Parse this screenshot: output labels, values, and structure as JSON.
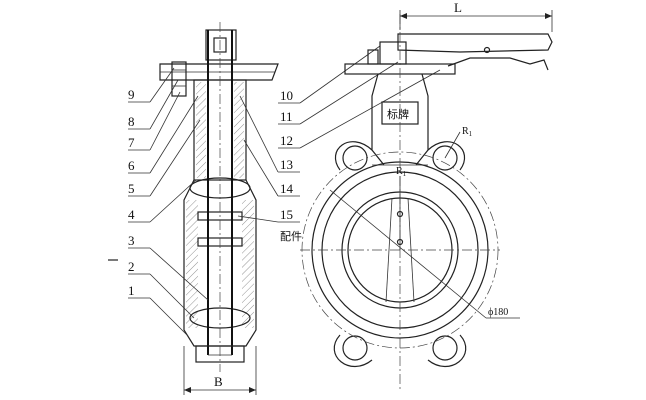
{
  "part_labels": [
    "9",
    "8",
    "7",
    "6",
    "5",
    "4",
    "3",
    "2",
    "1",
    "10",
    "11",
    "12",
    "13",
    "14",
    "15"
  ],
  "annotations": {
    "accessory": "配件",
    "nameplate": "标牌",
    "dim_L": "L",
    "dim_B": "B",
    "dim_R1": "R",
    "dim_R1_sub": "1",
    "dim_diameter": "ϕ180"
  }
}
